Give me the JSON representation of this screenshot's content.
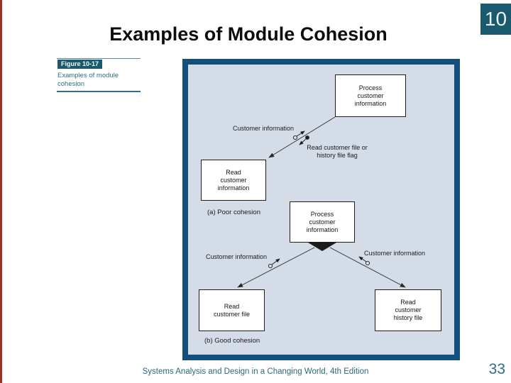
{
  "slide": {
    "chapter_badge": "10",
    "title": "Examples of Module Cohesion",
    "footer_text": "Systems Analysis and Design in a Changing World, 4th Edition",
    "page_number": "33"
  },
  "figure_label": {
    "tag": "Figure 10-17",
    "caption": "Examples of module cohesion"
  },
  "colors": {
    "accent_teal": "#1a5a6e",
    "panel_border_blue": "#134f7d",
    "panel_background": "#d4dce7",
    "left_stripe_red": "#a12c21",
    "footer_teal": "#27697a"
  },
  "diagram": {
    "section_a": {
      "caption": "(a) Poor cohesion",
      "module_top": "Process customer information",
      "module_bottom": "Read customer information",
      "data_couple_label": "Customer information",
      "control_couple_label": "Read customer file or history file flag"
    },
    "section_b": {
      "caption": "(b) Good cohesion",
      "module_top": "Process customer information",
      "module_left": "Read customer file",
      "module_right": "Read customer history file",
      "data_couple_left_label": "Customer information",
      "data_couple_right_label": "Customer information"
    }
  }
}
